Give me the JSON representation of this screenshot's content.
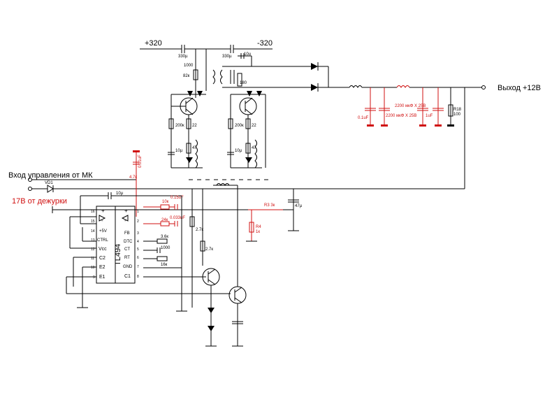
{
  "rails": {
    "pos": "+320",
    "neg": "-320"
  },
  "output": {
    "label": "Выход +12В"
  },
  "inputs": {
    "control": "Вход управления от МК",
    "standby": "17В от дежурки",
    "vd1": "VD1"
  },
  "chip": {
    "name": "TL494",
    "left_pins": [
      "16",
      "15",
      "14",
      "13",
      "12",
      "11",
      "10",
      "9"
    ],
    "left_labels": [
      "+",
      "-",
      "+5V",
      "Vcc",
      "C2",
      "E2",
      "E1"
    ],
    "right_pins": [
      "1",
      "2",
      "3",
      "4",
      "5",
      "6",
      "7",
      "8"
    ],
    "right_labels": [
      "+",
      "-",
      "FB",
      "DTC",
      "CT",
      "RT",
      "GND",
      "C1"
    ],
    "ctrl": "CTRL"
  },
  "components": {
    "c330a": "330µ",
    "c330b": "330µ",
    "c10u_top": "10u",
    "c1000": "1000",
    "r82k": "82к",
    "r180": "180",
    "r200a": "200к",
    "r22a": "22",
    "r47a": "47",
    "c10ua": "10µ",
    "r200b": "200к",
    "r22b": "22",
    "r47b": "47",
    "c10ub": "10µ",
    "c01uf_top": "0.01uF",
    "r47k": "4.7к",
    "c10u_fb": "10µ",
    "r10k": "10к",
    "c015": "0.15uF",
    "r24k": "24к",
    "c0033": "0.033uF",
    "r36k": "3.6к",
    "c1000b": "1000",
    "r16k": "16к",
    "r27a": "2.7к",
    "r27b": "2.7к",
    "c47u": "47µ",
    "r3": "R3  3к",
    "r4": "R4",
    "r4v": "1к",
    "c01uf_out": "0.1uF",
    "c2200a": "2200 мкФ X 25В",
    "c2200b": "2200 мкФ X 25В",
    "c1uf": "1uF",
    "r18": "R18",
    "r18v": "100"
  }
}
